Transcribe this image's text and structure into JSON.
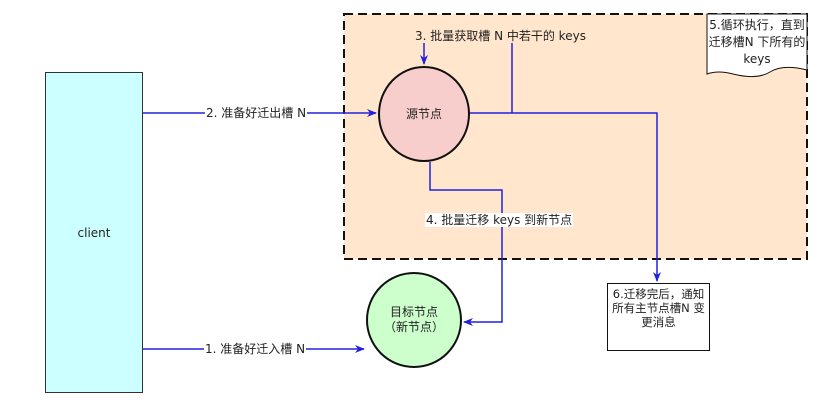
{
  "nodes": {
    "client": "client",
    "source": "源节点",
    "target": "目标节点（新节点）",
    "note": "6.迁移完后，通知所有主节点槽N 变更消息",
    "loop": "5.循环执行，直到迁移槽N 下所有的keys"
  },
  "edges": {
    "step1": "1. 准备好迁入槽 N",
    "step2": "2. 准备好迁出槽 N",
    "step3": "3. 批量获取槽 N 中若干的 keys",
    "step4": "4. 批量迁移 keys 到新节点"
  },
  "colors": {
    "client_fill": "#ccffff",
    "source_fill": "#f8cecc",
    "target_fill": "#ccffcc",
    "region_fill": "#ffe6cc",
    "edge": "#2222dd"
  }
}
